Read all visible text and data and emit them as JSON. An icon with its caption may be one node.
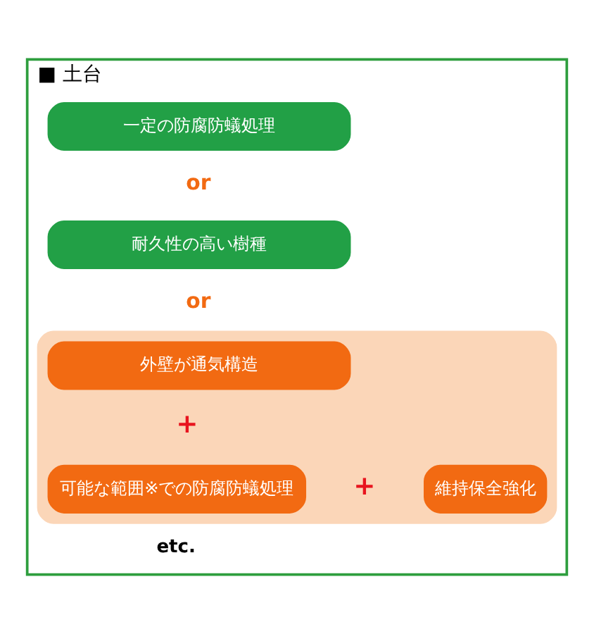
{
  "diagram": {
    "nodes": [
      {
        "text": [
          "■ 土台"
        ]
      },
      {
        "text": [
          "一定の防腐防蟻処理"
        ],
        "in": 0
      },
      {
        "text": [
          "耐久性の高い樹種"
        ],
        "in": 0
      },
      {
        "text": [],
        "shape": "box",
        "in": 0
      },
      {
        "text": [
          "外壁が通気構造"
        ],
        "in": 3
      },
      {
        "text": [
          "可能な範囲※での防腐防蟻処理"
        ],
        "in": 3
      },
      {
        "text": [
          "維持保全強化"
        ],
        "in": 3
      }
    ],
    "labels": [
      "or",
      "or",
      "+",
      "+",
      "etc."
    ]
  }
}
